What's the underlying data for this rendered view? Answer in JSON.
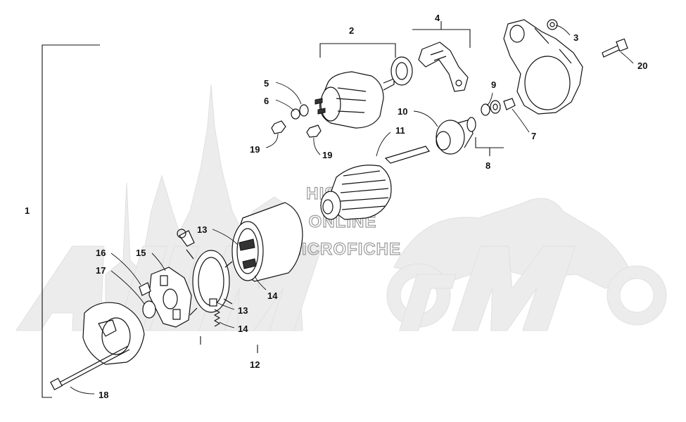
{
  "watermark": {
    "lines": [
      "HISUN'S",
      "ONLINE",
      "MICROFICHE"
    ],
    "brand": "AllMoto"
  },
  "callouts": [
    {
      "id": "c1",
      "text": "1"
    },
    {
      "id": "c2",
      "text": "2"
    },
    {
      "id": "c3",
      "text": "3"
    },
    {
      "id": "c4",
      "text": "4"
    },
    {
      "id": "c5",
      "text": "5"
    },
    {
      "id": "c6",
      "text": "6"
    },
    {
      "id": "c7",
      "text": "7"
    },
    {
      "id": "c8",
      "text": "8"
    },
    {
      "id": "c9",
      "text": "9"
    },
    {
      "id": "c10",
      "text": "10"
    },
    {
      "id": "c11",
      "text": "11"
    },
    {
      "id": "c12",
      "text": "12"
    },
    {
      "id": "c13a",
      "text": "13"
    },
    {
      "id": "c13b",
      "text": "13"
    },
    {
      "id": "c14a",
      "text": "14"
    },
    {
      "id": "c14b",
      "text": "14"
    },
    {
      "id": "c15",
      "text": "15"
    },
    {
      "id": "c16",
      "text": "16"
    },
    {
      "id": "c17",
      "text": "17"
    },
    {
      "id": "c18",
      "text": "18"
    },
    {
      "id": "c19a",
      "text": "19"
    },
    {
      "id": "c19b",
      "text": "19"
    },
    {
      "id": "c20",
      "text": "20"
    }
  ]
}
